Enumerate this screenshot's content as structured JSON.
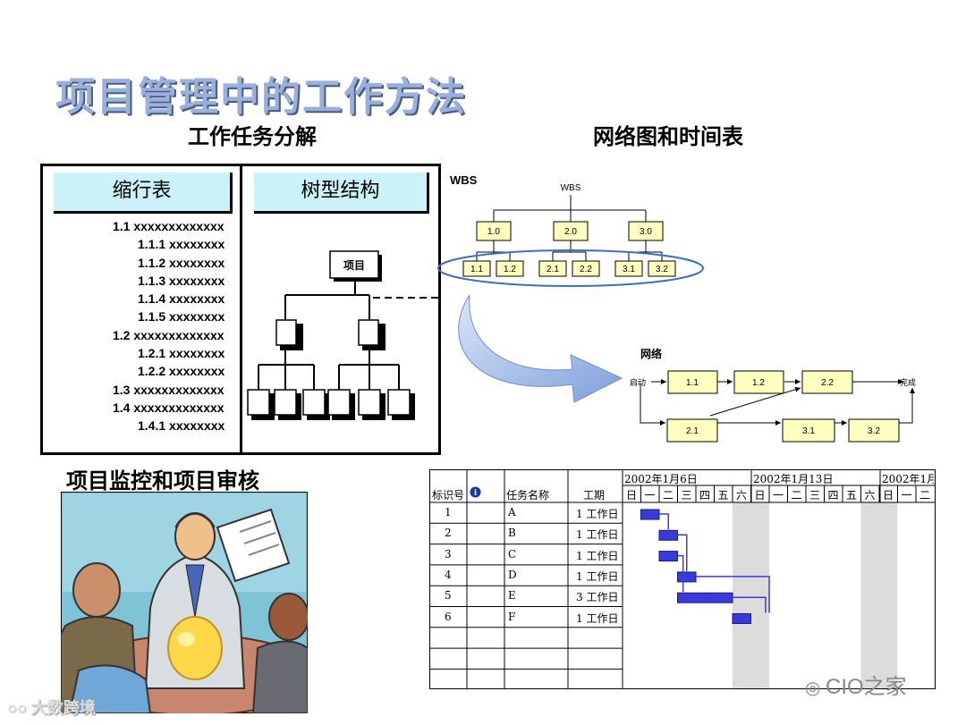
{
  "page_title": "项目管理中的工作方法",
  "section_wbd": {
    "heading": "工作任务分解",
    "tab_indent": "缩行表",
    "tab_tree": "树型结构",
    "indent_items": [
      "1.1 xxxxxxxxxxxxx",
      "1.1.1 xxxxxxxx",
      "1.1.2 xxxxxxxx",
      "1.1.3 xxxxxxxx",
      "1.1.4 xxxxxxxx",
      "1.1.5 xxxxxxxx",
      "1.2 xxxxxxxxxxxxx",
      "1.2.1 xxxxxxxx",
      "1.2.2 xxxxxxxx",
      "1.3 xxxxxxxxxxxxx",
      "1.4 xxxxxxxxxxxxx",
      "1.4.1 xxxxxxxx"
    ],
    "indent_levels": [
      0,
      1,
      1,
      1,
      1,
      1,
      0,
      1,
      1,
      0,
      0,
      1
    ],
    "tree_root": "项目"
  },
  "section_network": {
    "heading": "网络图和时间表",
    "wbs_label": "WBS",
    "wbs_root": "WBS",
    "wbs_level1": [
      "1.0",
      "2.0",
      "3.0"
    ],
    "wbs_level2": [
      "1.1",
      "1.2",
      "2.1",
      "2.2",
      "3.1",
      "3.2"
    ],
    "network_label": "网络",
    "start_label": "启动",
    "end_label": "完成",
    "network_nodes": [
      "1.1",
      "1.2",
      "2.2",
      "2.1",
      "3.1",
      "3.2"
    ]
  },
  "section_monitor": {
    "heading": "项目监控和项目审核"
  },
  "gantt": {
    "columns": [
      "标识号",
      "任务名称",
      "工期"
    ],
    "week_headers": [
      "2002年1月6日",
      "2002年1月13日",
      "2002年1月"
    ],
    "day_headers": [
      "日",
      "一",
      "二",
      "三",
      "四",
      "五",
      "六",
      "日",
      "一",
      "二",
      "三",
      "四",
      "五",
      "六",
      "日",
      "一",
      "二"
    ],
    "rows": [
      {
        "id": "1",
        "name": "A",
        "duration": "1 工作日"
      },
      {
        "id": "2",
        "name": "B",
        "duration": "1 工作日"
      },
      {
        "id": "3",
        "name": "C",
        "duration": "1 工作日"
      },
      {
        "id": "4",
        "name": "D",
        "duration": "1 工作日"
      },
      {
        "id": "5",
        "name": "E",
        "duration": "3 工作日"
      },
      {
        "id": "6",
        "name": "F",
        "duration": "1 工作日"
      }
    ],
    "bar_color": "#3a3ad8"
  },
  "watermarks": {
    "left": "大数跨境",
    "right": "CIO之家"
  },
  "colors": {
    "title": "#9ab0dc",
    "tab_fill": "#ccf2f9",
    "node_fill": "#ffffc0",
    "arrow_fill": "#a9c4ec",
    "ellipse": "#3a6fc4"
  }
}
